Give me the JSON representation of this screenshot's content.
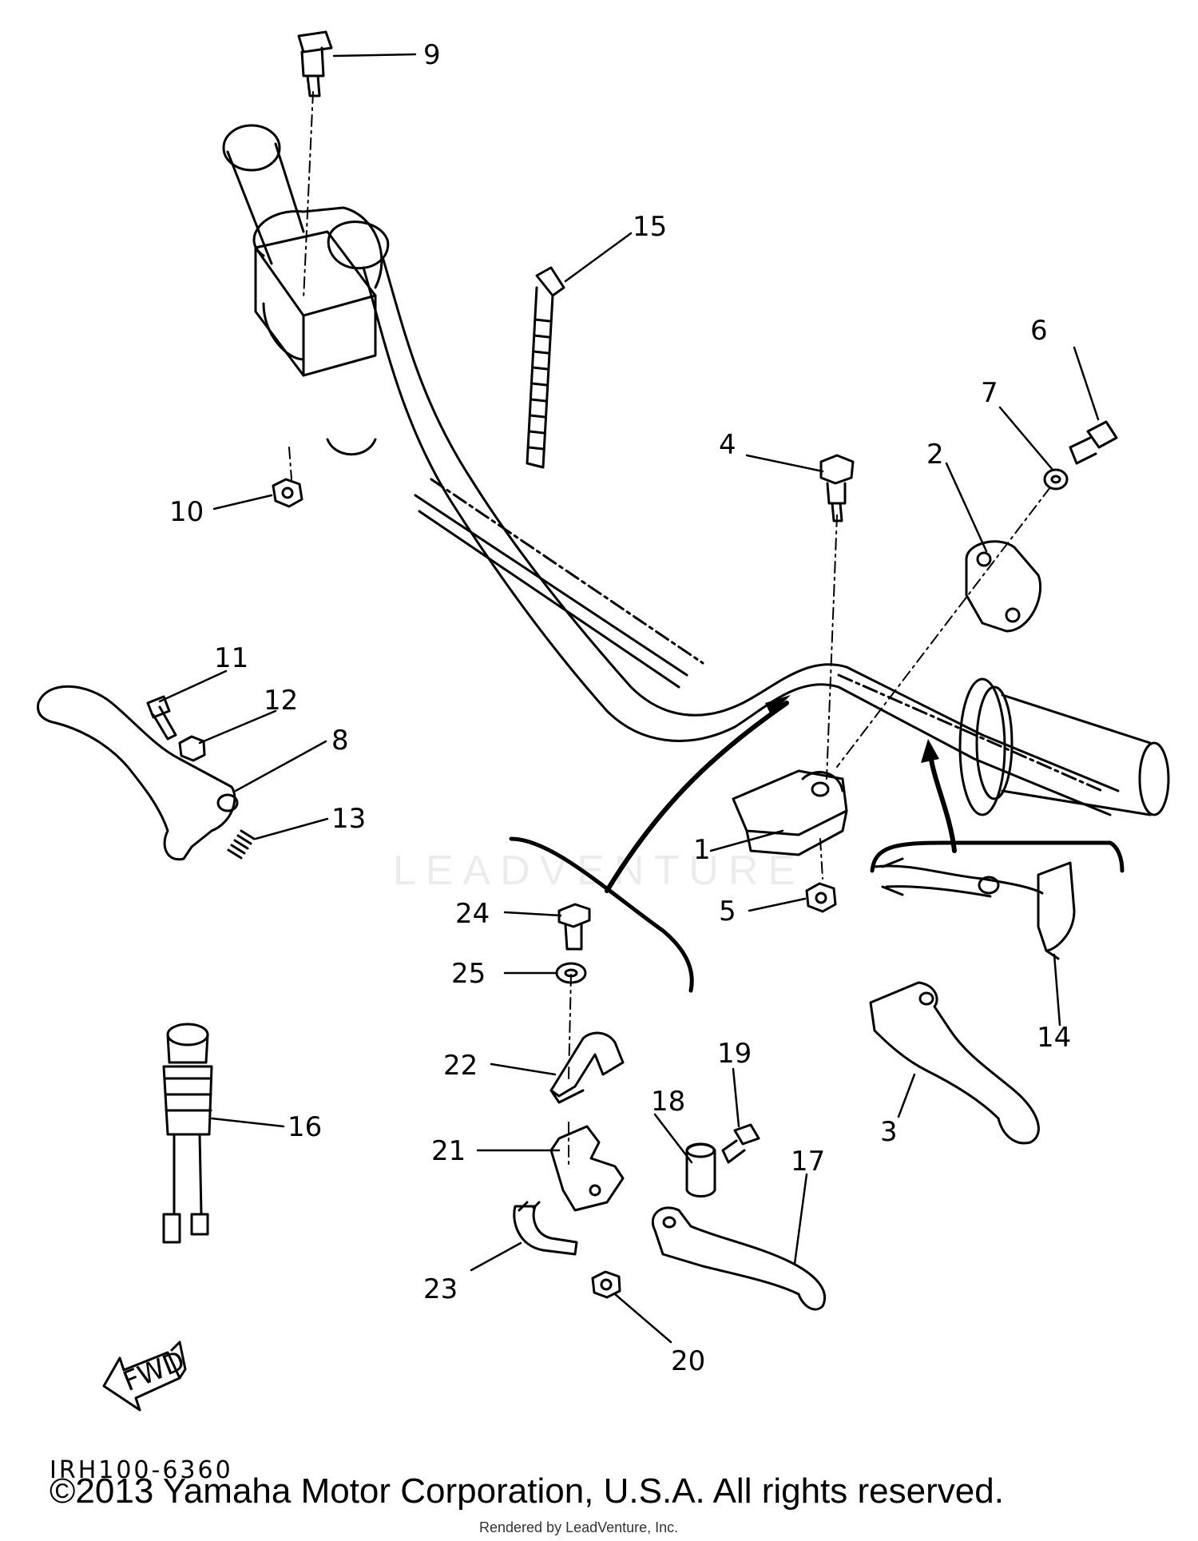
{
  "parts": [
    {
      "number": "1"
    },
    {
      "number": "2"
    },
    {
      "number": "3"
    },
    {
      "number": "4"
    },
    {
      "number": "5"
    },
    {
      "number": "6"
    },
    {
      "number": "7"
    },
    {
      "number": "8"
    },
    {
      "number": "9"
    },
    {
      "number": "10"
    },
    {
      "number": "11"
    },
    {
      "number": "12"
    },
    {
      "number": "13"
    },
    {
      "number": "14"
    },
    {
      "number": "15"
    },
    {
      "number": "16"
    },
    {
      "number": "17"
    },
    {
      "number": "18"
    },
    {
      "number": "19"
    },
    {
      "number": "20"
    },
    {
      "number": "21"
    },
    {
      "number": "22"
    },
    {
      "number": "23"
    },
    {
      "number": "24"
    },
    {
      "number": "25"
    }
  ],
  "fwd_arrow_label": "FWD",
  "drawing_code": "IRH100-6360",
  "watermark_text": "LEADVENTURE",
  "copyright": "©2013 Yamaha Motor Corporation, U.S.A. All rights reserved.",
  "rendered_by": "Rendered by LeadVenture, Inc."
}
